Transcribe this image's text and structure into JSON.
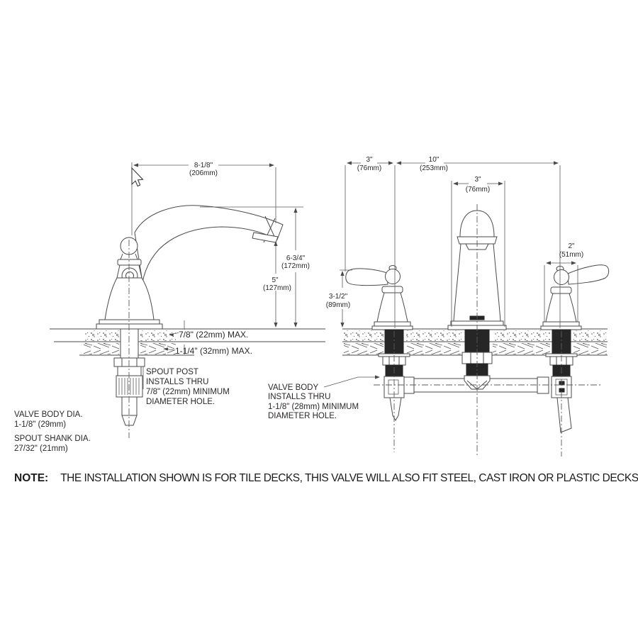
{
  "note": {
    "label": "NOTE:",
    "text": "THE INSTALLATION SHOWN IS FOR TILE DECKS, THIS VALVE WILL ALSO FIT STEEL, CAST IRON OR PLASTIC DECKS"
  },
  "side_view": {
    "spout_reach_in": "8-1/8\"",
    "spout_reach_mm": "(206mm)",
    "spout_height_top_in": "6-3/4\"",
    "spout_height_top_mm": "(172mm)",
    "spout_height_outlet_in": "5\"",
    "spout_height_outlet_mm": "(127mm)",
    "tile_thickness_max": "7/8\" (22mm) MAX.",
    "deck_thickness_max": "1-1/4\" (32mm) MAX.",
    "spout_post_note": [
      "SPOUT POST",
      "INSTALLS THRU",
      "7/8\" (22mm) MINIMUM",
      "DIAMETER HOLE."
    ],
    "diameter_note": [
      "VALVE BODY DIA.",
      "1-1/8\" (29mm)",
      "SPOUT SHANK DIA.",
      "27/32\" (21mm)"
    ]
  },
  "front_view": {
    "handle_offset_in": "3\"",
    "handle_offset_mm": "(76mm)",
    "spread_in": "10\"",
    "spread_mm": "(253mm)",
    "spout_base_width_in": "3\"",
    "spout_base_width_mm": "(76mm)",
    "handle_base_width_in": "2\"",
    "handle_base_width_mm": "(51mm)",
    "handle_height_in": "3-1/2\"",
    "handle_height_mm": "(89mm)",
    "valve_body_note": [
      "VALVE BODY",
      "INSTALLS THRU",
      "1-1/8\" (28mm) MINIMUM",
      "DIAMETER HOLE."
    ]
  },
  "colors": {
    "line": "#4a4a4a",
    "dark_fill": "#262626",
    "text": "#2b2728",
    "background": "#ffffff"
  }
}
